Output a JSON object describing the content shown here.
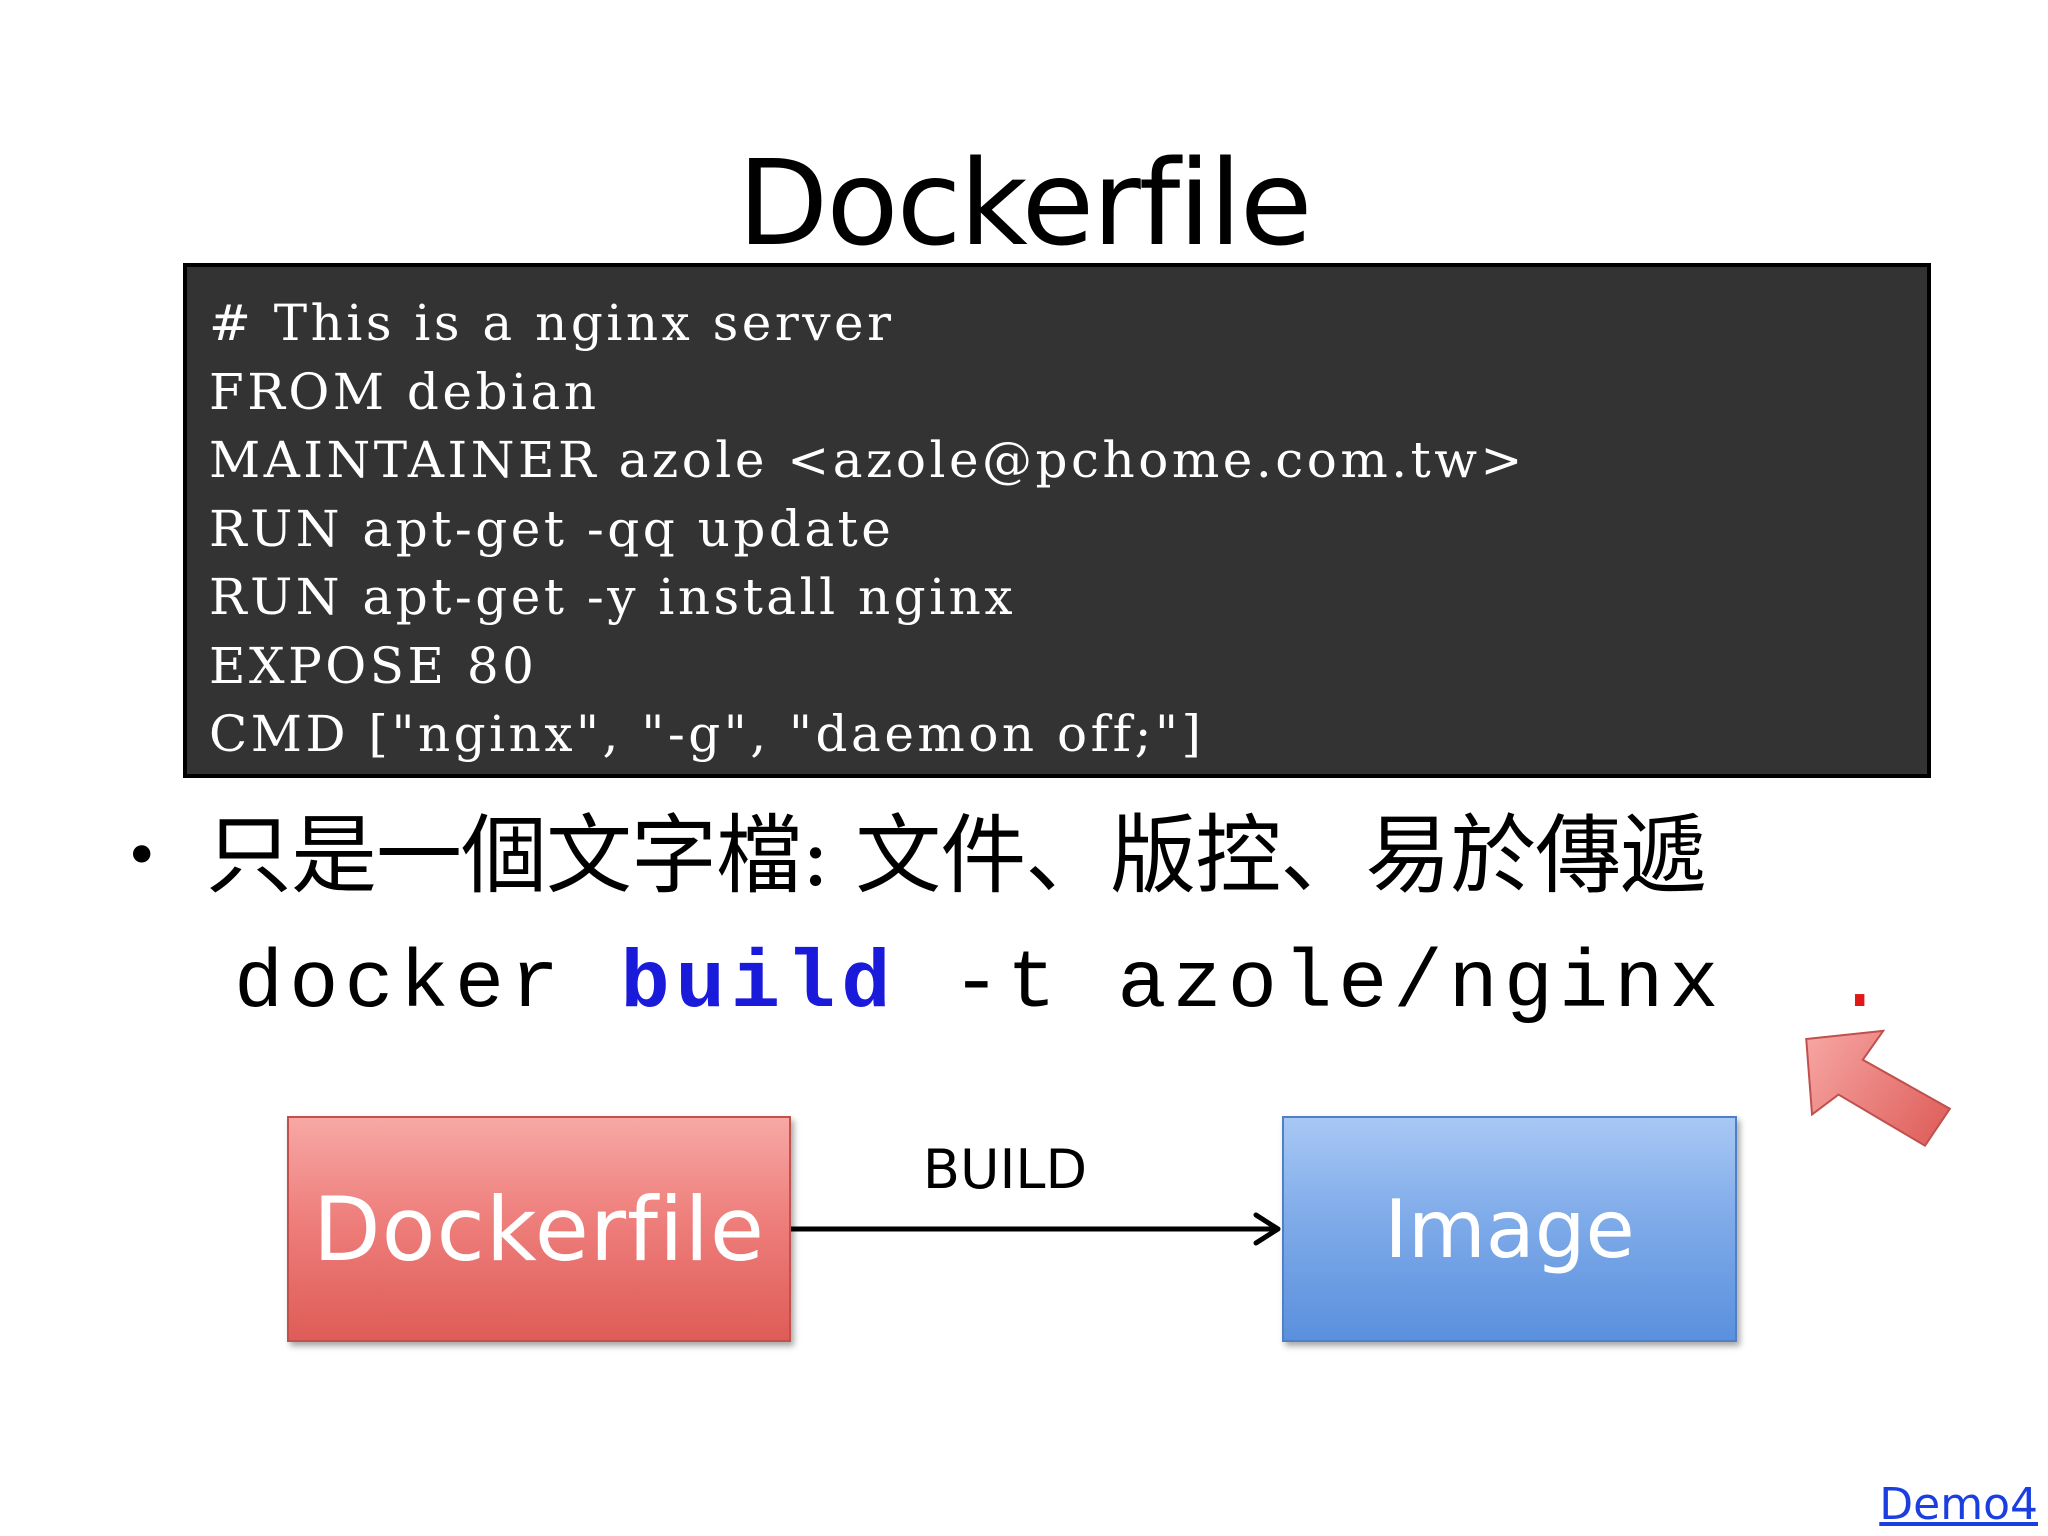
{
  "slide": {
    "title": "Dockerfile"
  },
  "code": {
    "lines": [
      "# This is a nginx server",
      "FROM debian",
      "MAINTAINER azole <azole@pchome.com.tw>",
      "RUN apt-get -qq update",
      "RUN apt-get -y install nginx",
      "EXPOSE 80",
      "CMD [\"nginx\", \"-g\", \"daemon off;\"]"
    ]
  },
  "bullet": {
    "symbol": "•",
    "text": "只是一個文字檔: 文件、版控、易於傳遞"
  },
  "command": {
    "part1": "docker ",
    "part2": "build",
    "part3": " -t azole/nginx  ",
    "part4": "."
  },
  "diagram": {
    "source_label": "Dockerfile",
    "arrow_label": "BUILD",
    "target_label": "Image"
  },
  "footer": {
    "link_label": "Demo4"
  },
  "colors": {
    "code_background": "#333333",
    "build_keyword": "#1a1adb",
    "dot_highlight": "#e01818",
    "source_box": "#ee7f7c",
    "target_box": "#7fabe9",
    "pointer_arrow": "#e8605c",
    "link": "#1a3ee0"
  }
}
